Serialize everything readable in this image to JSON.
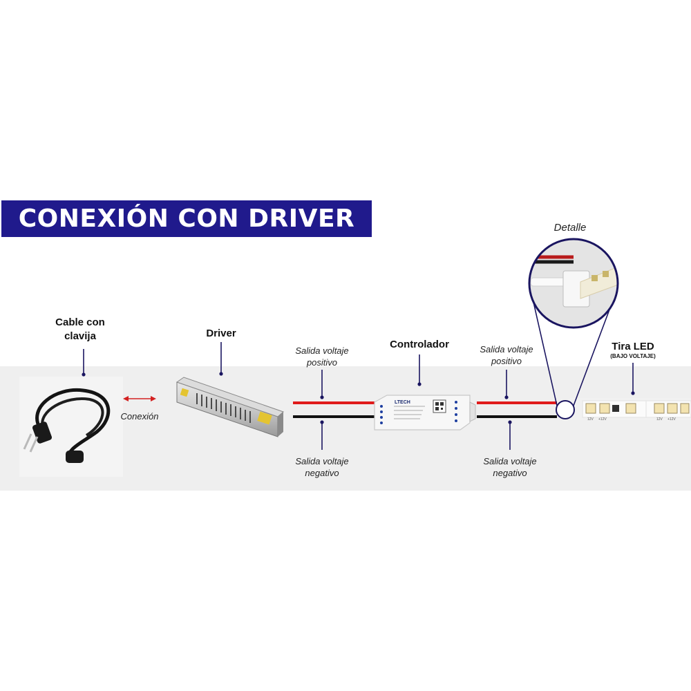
{
  "title": {
    "part1": "CONEXIÓN CON ",
    "part2": "DRIVER"
  },
  "labels": {
    "cable": [
      "Cable con",
      "clavija"
    ],
    "driver": "Driver",
    "controller": "Controlador",
    "tira": "Tira LED",
    "tira_sub": "(BAJO VOLTAJE)",
    "detalle": "Detalle",
    "conexion": "Conexión",
    "pos1": [
      "Salida voltaje",
      "positivo"
    ],
    "neg1": [
      "Salida voltaje",
      "negativo"
    ],
    "pos2": [
      "Salida voltaje",
      "positivo"
    ],
    "neg2": [
      "Salida voltaje",
      "negativo"
    ]
  },
  "device_text": {
    "controller_brand": "LTECH",
    "strip_marks": [
      "12V",
      "+12V",
      "12V",
      "+12V"
    ]
  },
  "colors": {
    "banner": "#201a8c",
    "positive": "#e01b1b",
    "negative": "#111111",
    "pointer": "#1a1560",
    "arrow": "#d32020"
  }
}
